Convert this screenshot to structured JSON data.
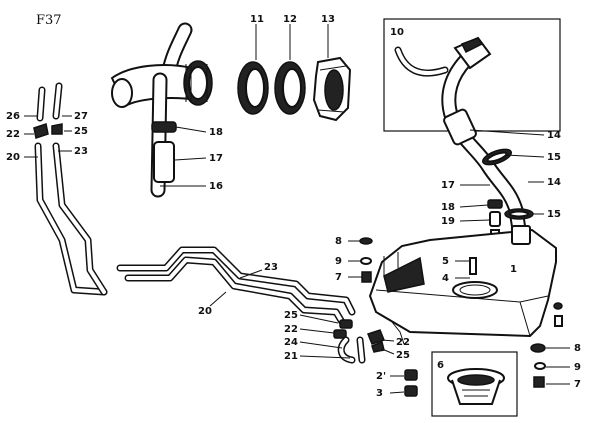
{
  "figure_id": "F37",
  "inset_labels": {
    "filler_inset": "10",
    "strainer_inset": "6"
  },
  "callouts": {
    "c11": "11",
    "c12": "12",
    "c13": "13",
    "c26": "26",
    "c27": "27",
    "c22a": "22",
    "c25a": "25",
    "c20a": "20",
    "c23a": "23",
    "c18a": "18",
    "c17a": "17",
    "c16": "16",
    "c14a": "14",
    "c15a": "15",
    "c17b": "17",
    "c14b": "14",
    "c18b": "18",
    "c15b": "15",
    "c19": "19",
    "c8a": "8",
    "c9a": "9",
    "c7a": "7",
    "c5": "5",
    "c4": "4",
    "c1": "1",
    "c23b": "23",
    "c20b": "20",
    "c25b": "25",
    "c22b": "22",
    "c24": "24",
    "c21": "21",
    "c22c": "22",
    "c25c": "25",
    "c2p": "2'",
    "c3": "3",
    "c8b": "8",
    "c9b": "9",
    "c7b": "7"
  }
}
